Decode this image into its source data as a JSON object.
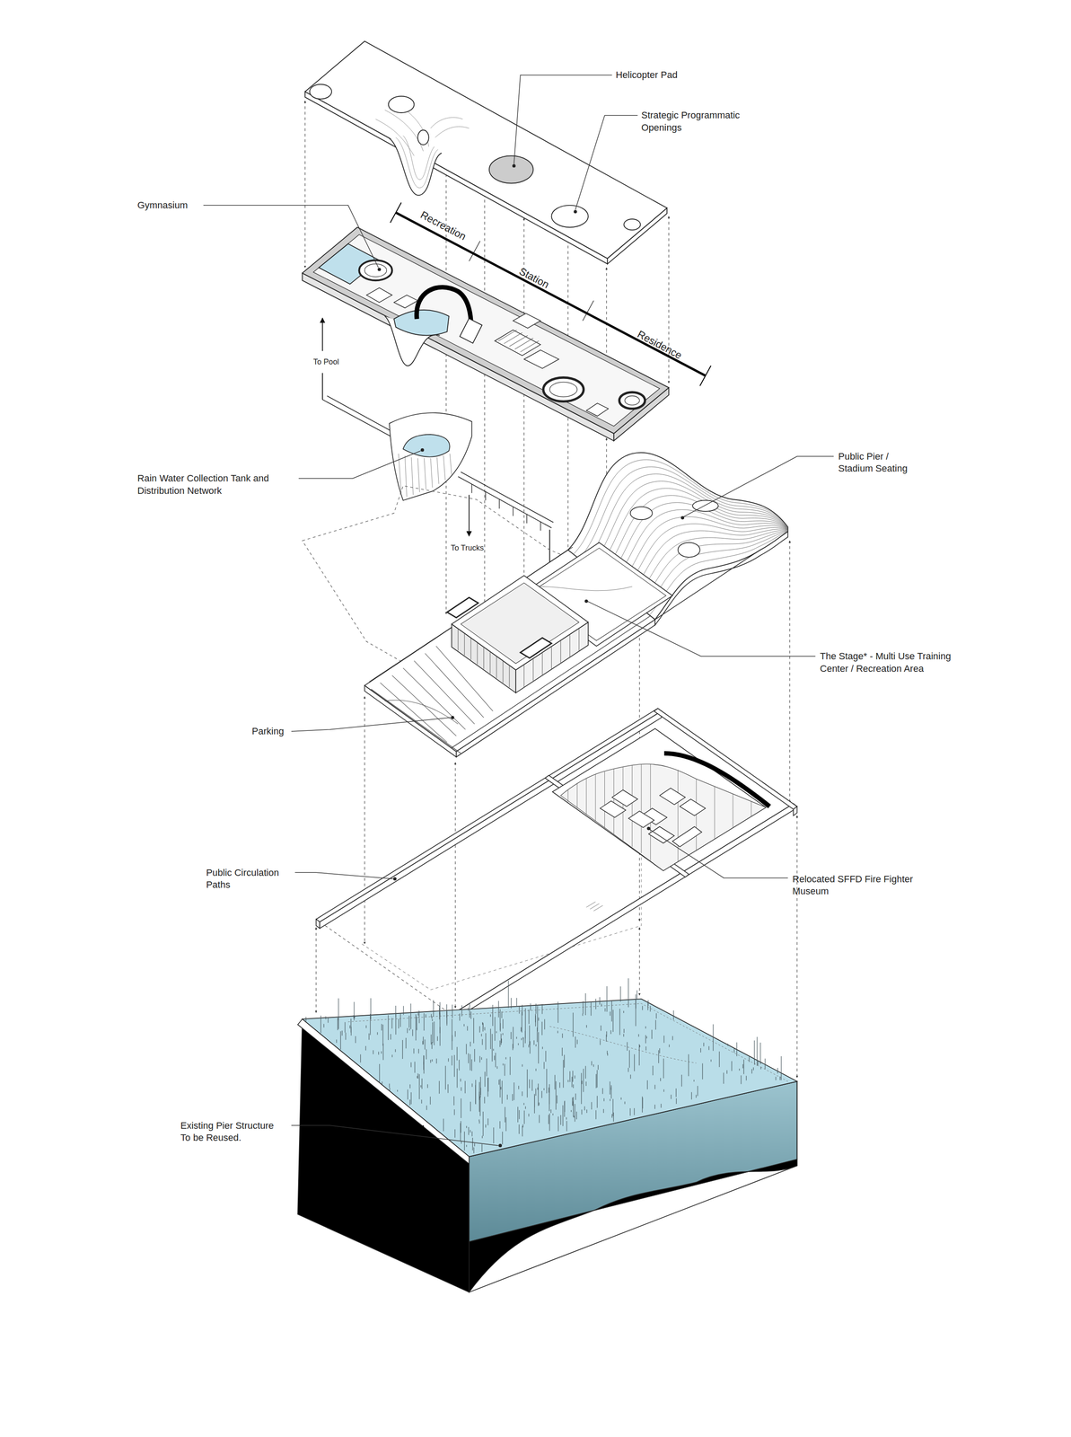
{
  "diagram": {
    "labels": [
      "Helicopter Pad",
      "Strategic Programmatic Openings",
      "Gymnasium",
      "Recreation",
      "Station",
      "Residence",
      "To Pool",
      "Rain Water Collection Tank and Distribution Network",
      "To Trucks",
      "Public Pier / Stadium Seating",
      "The Stage* - Multi Use Training Center / Recreation Area",
      "Parking",
      "Public Circulation Paths",
      "Relocated SFFD Fire Fighter Museum",
      "Existing Pier Structure To be Reused."
    ]
  }
}
